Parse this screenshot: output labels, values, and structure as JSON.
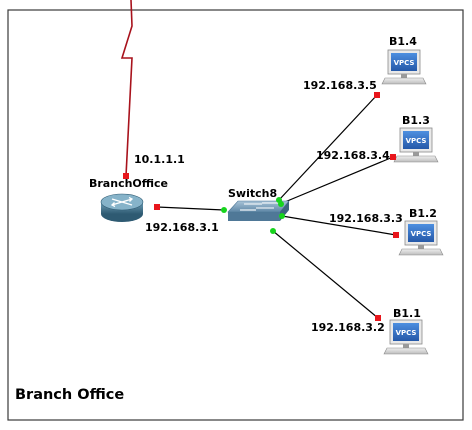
{
  "zone": {
    "label": "Branch Office"
  },
  "router": {
    "name": "BranchOffice",
    "wan_ip": "10.1.1.1",
    "lan_ip": "192.168.3.1"
  },
  "switch": {
    "name": "Switch8"
  },
  "pcs": [
    {
      "name": "B1.4",
      "ip": "192.168.3.5",
      "badge": "VPCS"
    },
    {
      "name": "B1.3",
      "ip": "192.168.3.4",
      "badge": "VPCS"
    },
    {
      "name": "B1.2",
      "ip": "192.168.3.3",
      "badge": "VPCS"
    },
    {
      "name": "B1.1",
      "ip": "192.168.3.2",
      "badge": "VPCS"
    }
  ],
  "colors": {
    "link": "#000000",
    "serial_link": "#a8121c",
    "port_down": "#e8161c",
    "port_up": "#17d41d",
    "vpcs_screen": "#2f6fc4"
  }
}
